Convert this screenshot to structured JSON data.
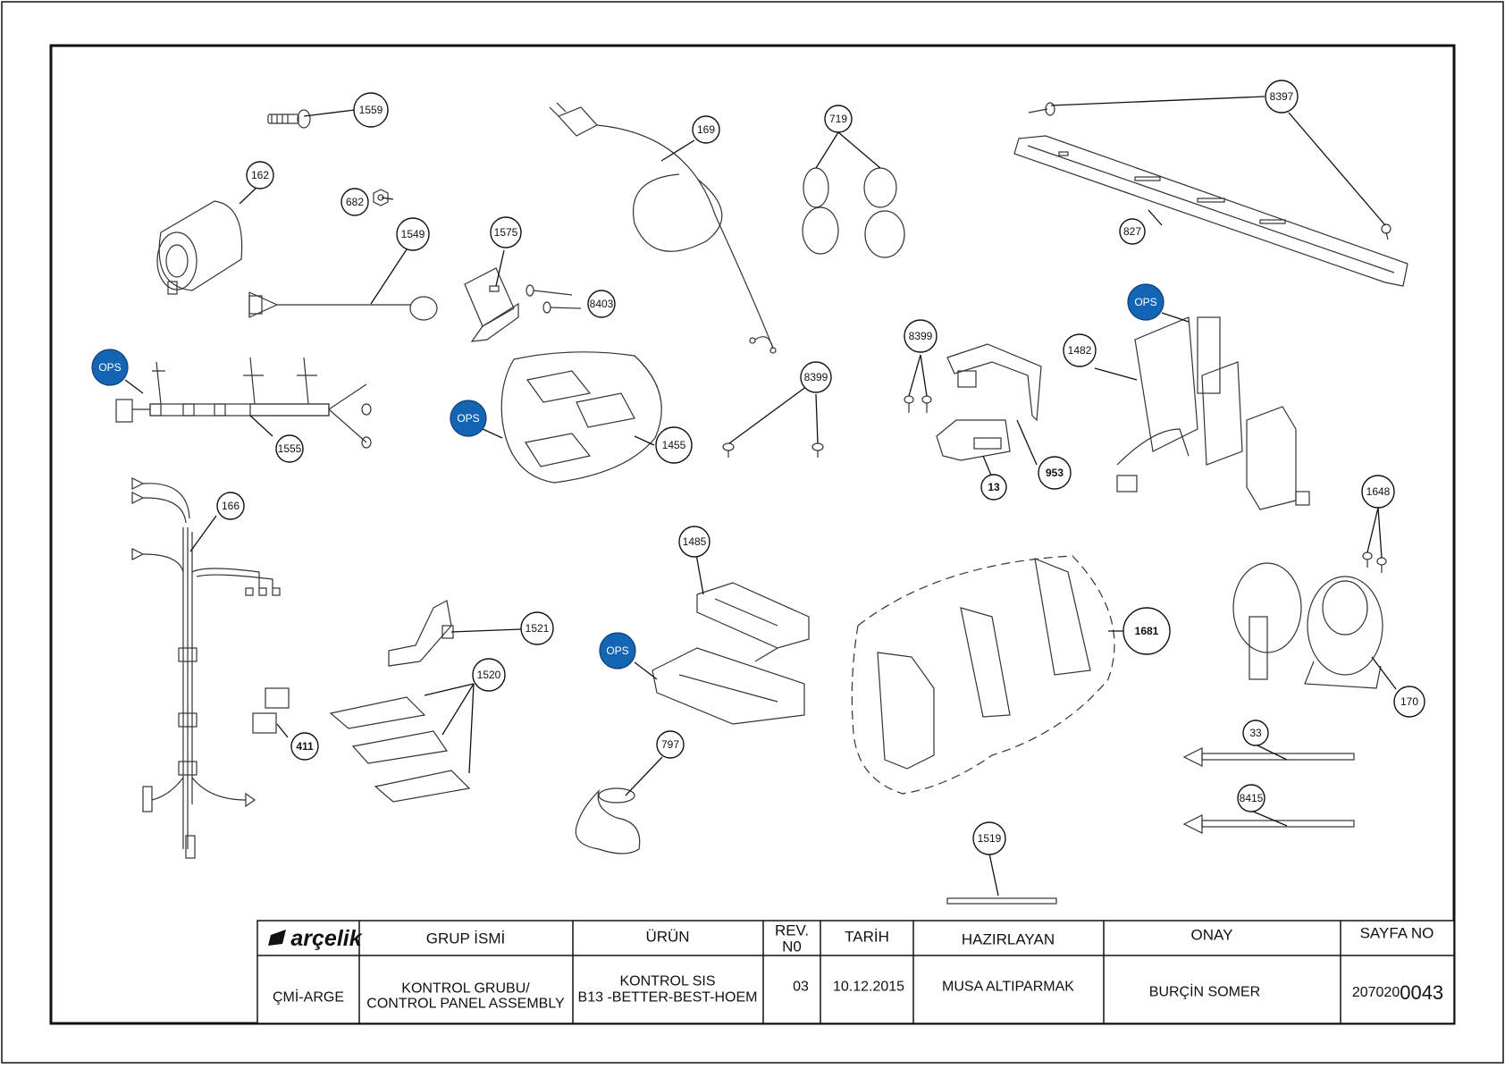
{
  "callouts": [
    {
      "label": "1559"
    },
    {
      "label": "169"
    },
    {
      "label": "719"
    },
    {
      "label": "8397"
    },
    {
      "label": "162"
    },
    {
      "label": "682"
    },
    {
      "label": "1549"
    },
    {
      "label": "1575"
    },
    {
      "label": "8403"
    },
    {
      "label": "827"
    },
    {
      "label": "8399"
    },
    {
      "label": "8399"
    },
    {
      "label": "1482"
    },
    {
      "label": "1555"
    },
    {
      "label": "1455"
    },
    {
      "label": "953"
    },
    {
      "label": "13"
    },
    {
      "label": "166"
    },
    {
      "label": "1485"
    },
    {
      "label": "1648"
    },
    {
      "label": "1521"
    },
    {
      "label": "1681"
    },
    {
      "label": "1520"
    },
    {
      "label": "170"
    },
    {
      "label": "411"
    },
    {
      "label": "797"
    },
    {
      "label": "33"
    },
    {
      "label": "8415"
    },
    {
      "label": "1519"
    }
  ],
  "ops_markers": [
    {
      "label": "OPS"
    },
    {
      "label": "OPS"
    },
    {
      "label": "OPS"
    },
    {
      "label": "OPS"
    }
  ],
  "title_block": {
    "logo_text": "arçelik",
    "headers": {
      "group": "GRUP İSMİ",
      "product": "ÜRÜN",
      "rev_line1": "REV.",
      "rev_line2": "N0",
      "date": "TARİH",
      "prepared": "HAZIRLAYAN",
      "approval": "ONAY",
      "page": "SAYFA NO"
    },
    "values": {
      "department": "ÇMİ-ARGE",
      "group_line1": "KONTROL GRUBU/",
      "group_line2": "CONTROL PANEL ASSEMBLY",
      "product_line1": "KONTROL SIS",
      "product_line2": "B13 -BETTER-BEST-HOEM",
      "rev": "03",
      "date": "10.12.2015",
      "prepared_by": "MUSA ALTIPARMAK",
      "approved_by": "BURÇİN SOMER",
      "page_prefix": "207020",
      "page_suffix": "0043"
    }
  }
}
